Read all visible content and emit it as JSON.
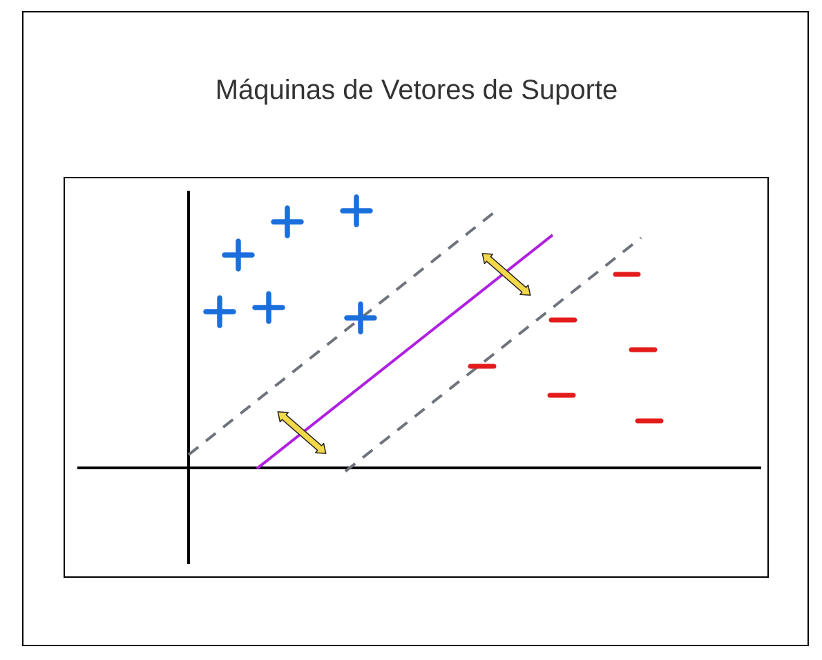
{
  "slide": {
    "title": "Máquinas de Vetores de Suporte"
  },
  "diagram": {
    "positive_class_symbol": "plus-icon",
    "negative_class_symbol": "minus-icon",
    "colors": {
      "positive": "#1a6fdc",
      "negative": "#e31b1b",
      "hyperplane": "#b020e0",
      "margin": "#6e737b",
      "margin_arrow_fill": "#f3d84a",
      "margin_arrow_stroke": "#222222",
      "axis": "#000000"
    },
    "positive_count": 6,
    "negative_count": 6
  }
}
